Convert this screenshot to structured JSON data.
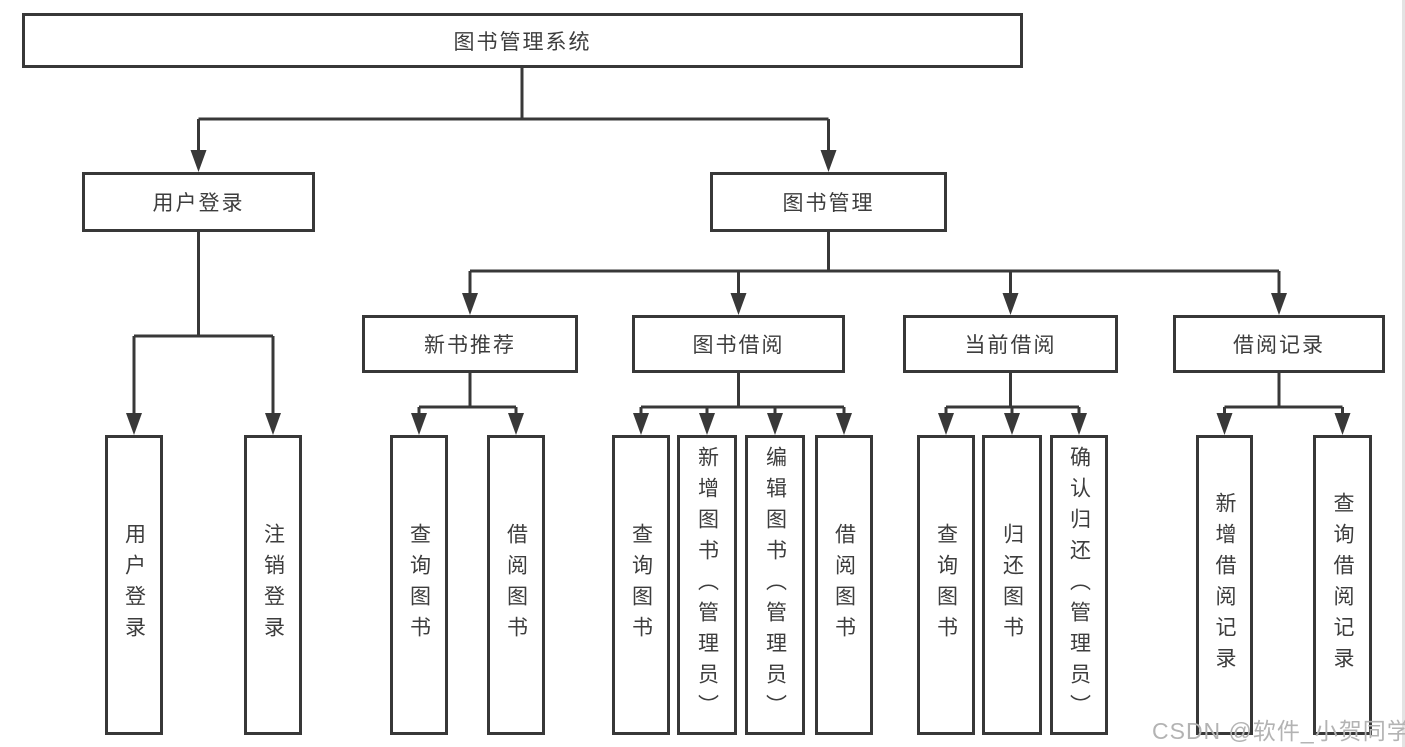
{
  "diagram": {
    "title": "图书管理系统",
    "branches": [
      {
        "label": "用户登录",
        "children": [
          {
            "label": "用户登录"
          },
          {
            "label": "注销登录"
          }
        ]
      },
      {
        "label": "图书管理",
        "children": [
          {
            "label": "新书推荐",
            "children": [
              {
                "label": "查询图书"
              },
              {
                "label": "借阅图书"
              }
            ]
          },
          {
            "label": "图书借阅",
            "children": [
              {
                "label": "查询图书"
              },
              {
                "label": "新增图书（管理员）"
              },
              {
                "label": "编辑图书（管理员）"
              },
              {
                "label": "借阅图书"
              }
            ]
          },
          {
            "label": "当前借阅",
            "children": [
              {
                "label": "查询图书"
              },
              {
                "label": "归还图书"
              },
              {
                "label": "确认归还（管理员）"
              }
            ]
          },
          {
            "label": "借阅记录",
            "children": [
              {
                "label": "新增借阅记录"
              },
              {
                "label": "查询借阅记录"
              }
            ]
          }
        ]
      }
    ]
  },
  "watermark": {
    "text": "CSDN @软件_小贺同学"
  },
  "colors": {
    "line": "#383838",
    "text": "#3d3d3d",
    "box-bg": "#ffffff",
    "watermark": "#b3b3b3",
    "bg": "#ffffff"
  }
}
